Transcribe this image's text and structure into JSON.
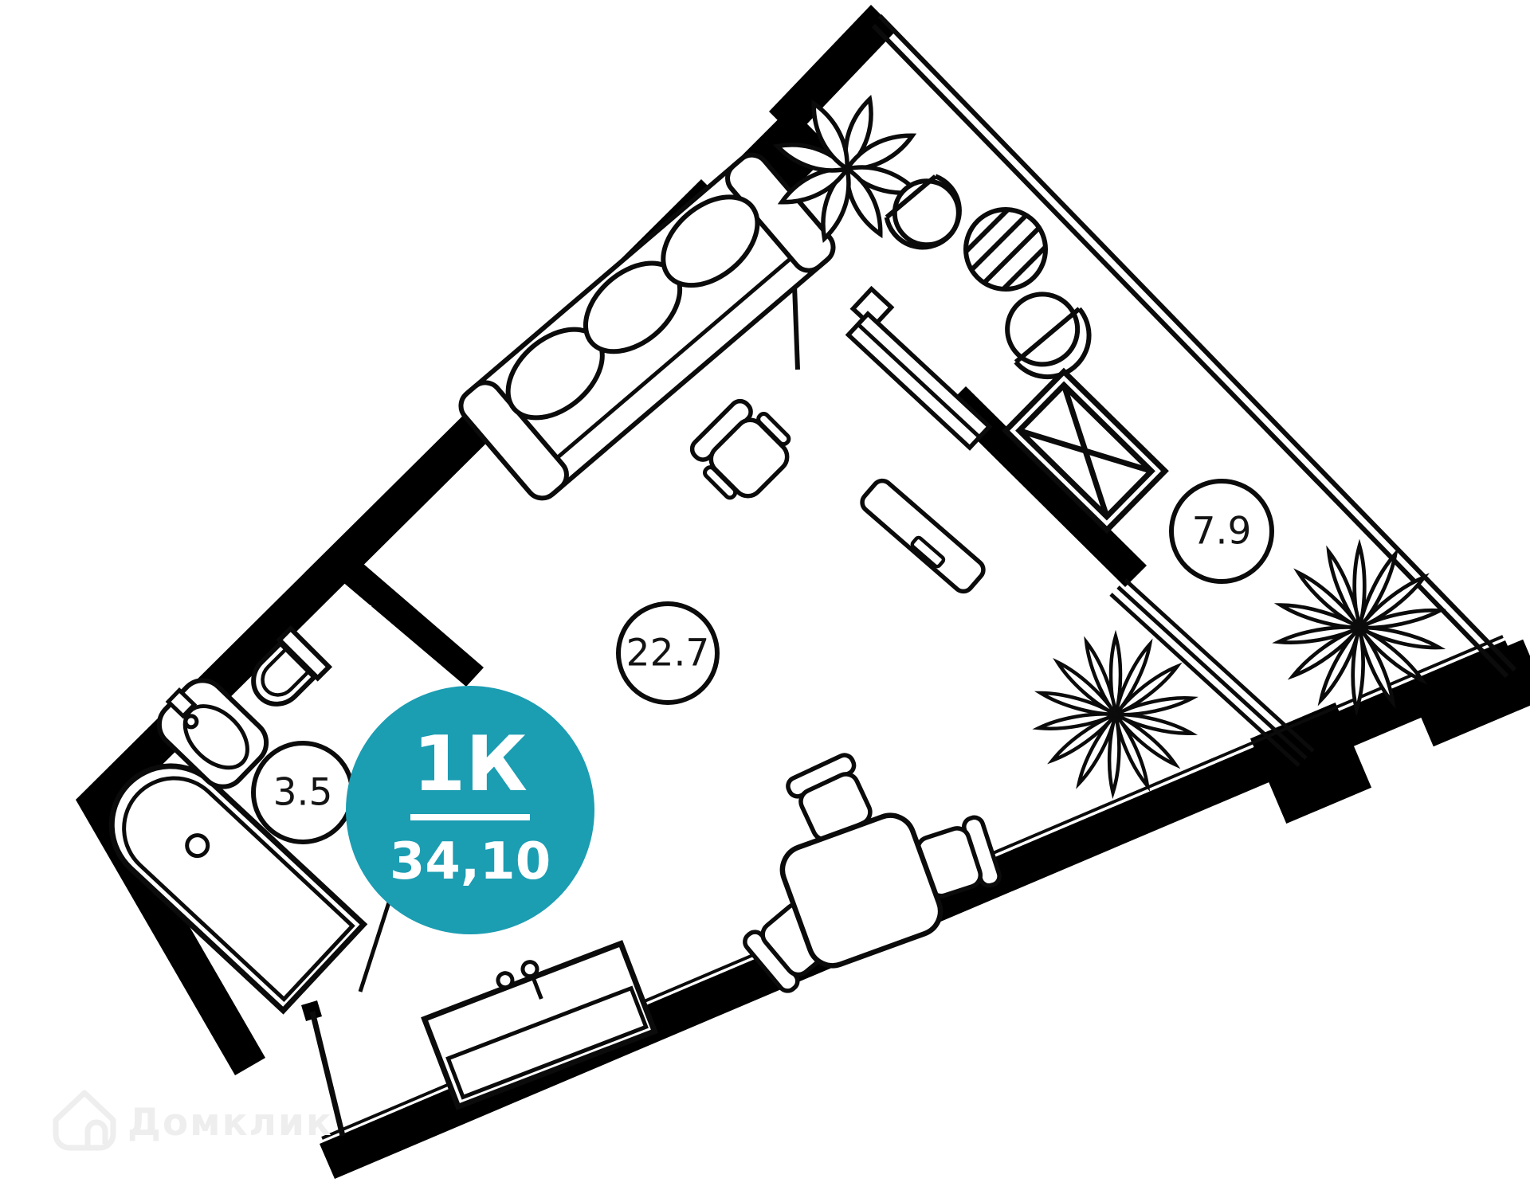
{
  "palette": {
    "wall": "#000000",
    "line": "#0b0b0b",
    "background": "#ffffff",
    "badge": "#1B9DB2",
    "badge_text": "#ffffff",
    "watermark": "#eeeeee"
  },
  "badge": {
    "type_label": "1К",
    "area_value": "34,10"
  },
  "rooms": [
    {
      "id": "living-room",
      "area_label": "22.7"
    },
    {
      "id": "loggia",
      "area_label": "7.9"
    },
    {
      "id": "bathroom",
      "area_label": "3.5"
    }
  ],
  "watermark": {
    "brand": "Домклик"
  }
}
